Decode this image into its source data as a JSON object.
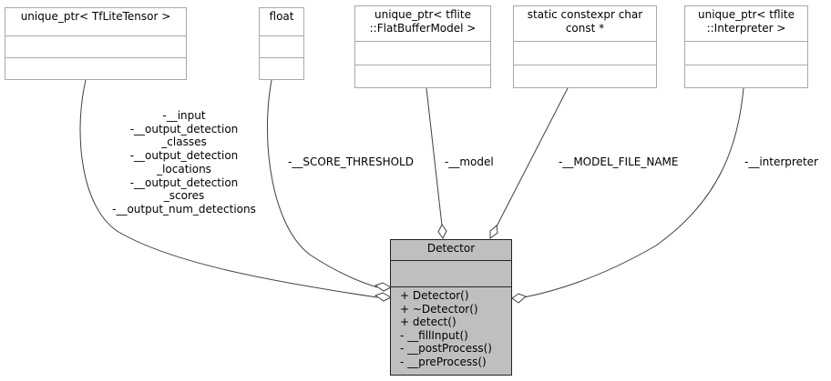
{
  "classes": {
    "tflite_tensor": {
      "name": "unique_ptr< TfLiteTensor >"
    },
    "float_type": {
      "name": "float"
    },
    "flatbuffer_model": {
      "name": "unique_ptr< tflite\n::FlatBufferModel >"
    },
    "const_char": {
      "name": "static constexpr char\nconst *"
    },
    "interpreter": {
      "name": "unique_ptr< tflite\n::Interpreter >"
    },
    "detector": {
      "name": "Detector",
      "methods": [
        "+ Detector()",
        "+ ~Detector()",
        "+ detect()",
        "- __fillInput()",
        "- __postProcess()",
        "- __preProcess()"
      ]
    }
  },
  "edges": {
    "tensor_label": "-__input\n-__output_detection\n_classes\n-__output_detection\n_locations\n-__output_detection\n_scores\n-__output_num_detections",
    "score_label": "-__SCORE_THRESHOLD",
    "model_label": "-__model",
    "model_file_label": "-__MODEL_FILE_NAME",
    "interpreter_label": "-__interpreter"
  }
}
